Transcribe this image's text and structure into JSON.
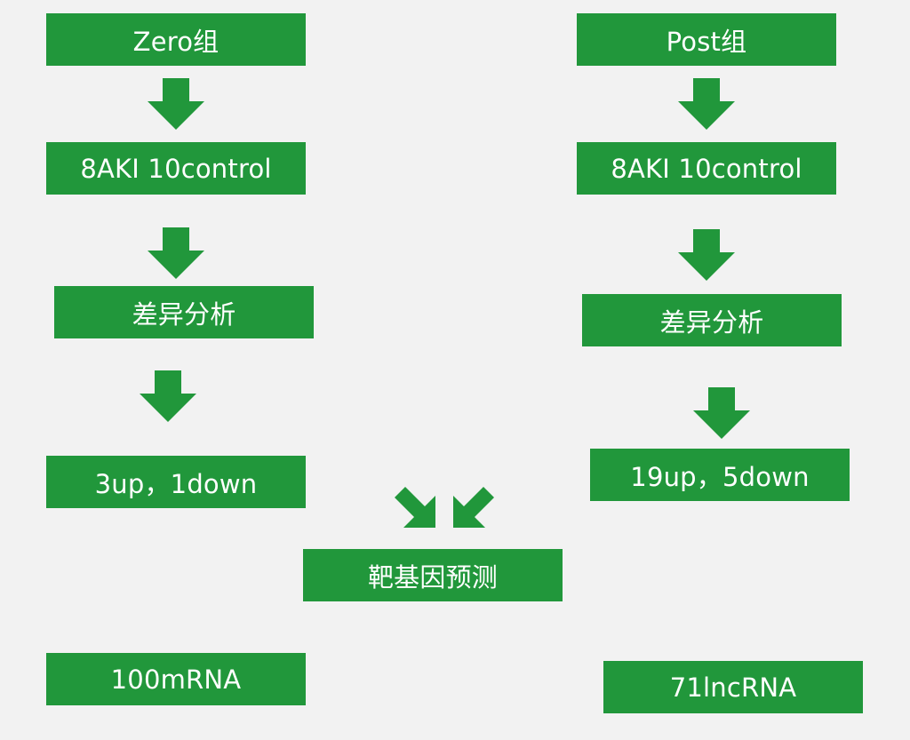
{
  "colors": {
    "box_fill": "#21973b",
    "arrow_fill": "#21973b",
    "background": "#f2f2f2",
    "text": "#ffffff"
  },
  "left": {
    "group": "Zero组",
    "samples": "8AKI 10control",
    "analysis": "差异分析",
    "result": "3up，1down",
    "output": "100mRNA"
  },
  "right": {
    "group": "Post组",
    "samples": "8AKI 10control",
    "analysis": "差异分析",
    "result": "19up，5down",
    "output": "71lncRNA"
  },
  "center": {
    "target": "靶基因预测"
  }
}
